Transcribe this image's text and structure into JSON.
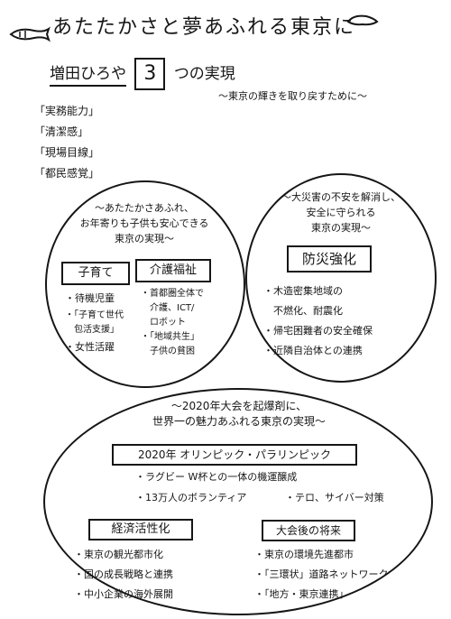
{
  "title": "あたたかさと夢あふれる東京に",
  "headline": {
    "name": "増田ひろや",
    "number": "3",
    "suffix": "つの実現"
  },
  "subtitle": "〜東京の輝きを取り戻すために〜",
  "pledges": [
    "「実務能力」",
    "「清潔感」",
    "「現場目線」",
    "「都民感覚」"
  ],
  "left_circle": {
    "intro": [
      "〜あたたかさあふれ、",
      "お年寄りも子供も安心できる",
      "東京の実現〜"
    ],
    "childcare": {
      "label": "子育て",
      "items": [
        "・待機児童",
        "・「子育て世代",
        "　包活支援」",
        "・女性活躍"
      ]
    },
    "welfare": {
      "label": "介護福祉",
      "items": [
        "・首都圏全体で",
        "　介護、ICT/",
        "　ロボット",
        "・「地域共生」",
        "　子供の貧困"
      ]
    }
  },
  "right_circle": {
    "intro": [
      "〜大災害の不安を解消し、",
      "安全に守られる",
      "東京の実現〜"
    ],
    "label": "防災強化",
    "items": [
      "・木造密集地域の",
      "　不燃化、耐震化",
      "・帰宅困難者の安全確保",
      "・近隣自治体との連携"
    ]
  },
  "bottom_circle": {
    "intro": [
      "〜2020年大会を起爆剤に、",
      "世界一の魅力あふれる東京の実現〜"
    ],
    "olympics": {
      "label": "2020年 オリンピック・パラリンピック",
      "items": [
        "・ラグビー W杯との一体の機運醸成",
        "・13万人のボランティア",
        "・テロ、サイバー対策"
      ]
    },
    "economy": {
      "label": "経済活性化",
      "items": [
        "・東京の観光都市化",
        "・国の成長戦略と連携",
        "・中小企業の海外展開"
      ]
    },
    "legacy": {
      "label": "大会後の将来",
      "items": [
        "・東京の環境先進都市",
        "・「三環状」道路ネットワーク",
        "・「地方・東京連携」"
      ]
    }
  }
}
